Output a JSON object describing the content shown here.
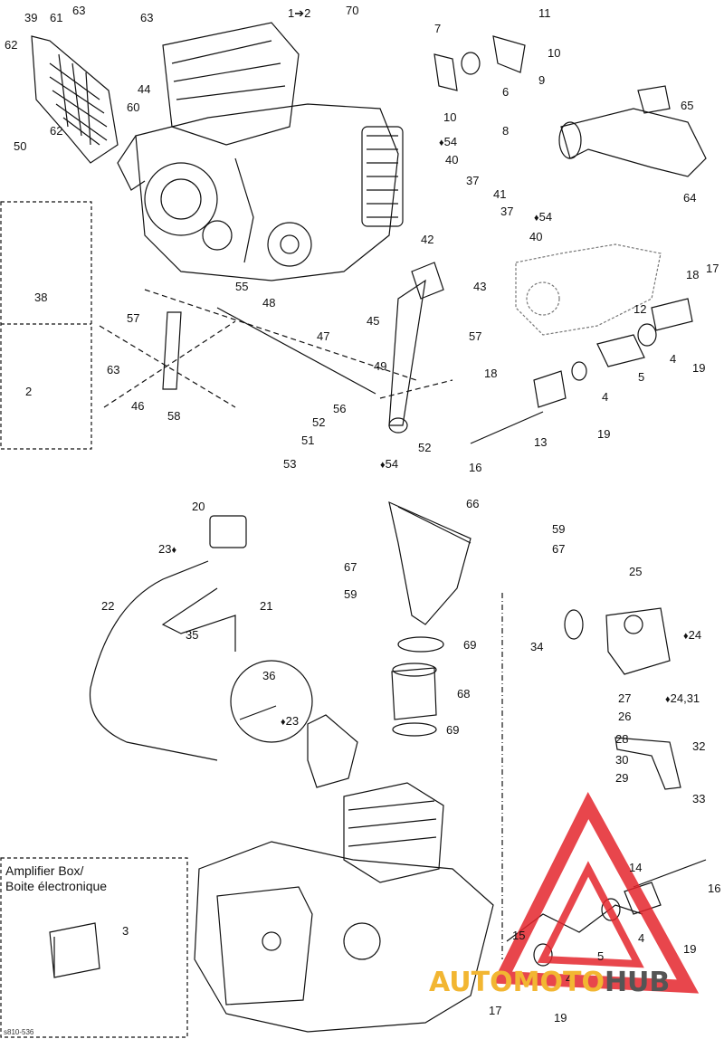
{
  "labels": {
    "l39": "39",
    "l61": "61",
    "l63a": "63",
    "l63b": "63",
    "l62a": "62",
    "l44": "44",
    "l60": "60",
    "l62b": "62",
    "l50": "50",
    "l1": "1➔2",
    "l70": "70",
    "l7": "7",
    "l11": "11",
    "l10a": "10",
    "l6": "6",
    "l9": "9",
    "l10b": "10",
    "l8": "8",
    "l65": "65",
    "l64": "64",
    "l54a": "54",
    "l40a": "40",
    "l37a": "37",
    "l41": "41",
    "l37b": "37",
    "l54b": "54",
    "l40b": "40",
    "l38": "38",
    "l2": "2",
    "l42": "42",
    "l43": "43",
    "l55": "55",
    "l48": "48",
    "l57a": "57",
    "l45": "45",
    "l47": "47",
    "l57b": "57",
    "l63c": "63",
    "l49": "49",
    "l46": "46",
    "l56": "56",
    "l58": "58",
    "l52a": "52",
    "l51": "51",
    "l52b": "52",
    "l53": "53",
    "l54c": "54",
    "l18a": "18",
    "l17a": "17",
    "l12": "12",
    "l4a": "4",
    "l19a": "19",
    "l5a": "5",
    "l18b": "18",
    "l4b": "4",
    "l19b": "19",
    "l13": "13",
    "l16a": "16",
    "l20": "20",
    "l23a": "23",
    "l21": "21",
    "l22": "22",
    "l35": "35",
    "l36": "36",
    "l23b": "23",
    "l66": "66",
    "l59a": "59",
    "l67a": "67",
    "l67b": "67",
    "l59b": "59",
    "l69a": "69",
    "l68": "68",
    "l69b": "69",
    "l25": "25",
    "l34": "34",
    "l24": "24",
    "l27": "27",
    "l2431": "24,31",
    "l26": "26",
    "l28": "28",
    "l32": "32",
    "l30": "30",
    "l29": "29",
    "l33": "33",
    "l3": "3",
    "l14": "14",
    "l16b": "16",
    "l4c": "4",
    "l19c": "19",
    "l15": "15",
    "l5b": "5",
    "l4d": "4",
    "l17b": "17",
    "l19d": "19"
  },
  "amplifier_box_title": "Amplifier Box/",
  "amplifier_box_title_fr": "Boite électronique",
  "figure_code": "s810-536",
  "watermark": {
    "part1": "AUTO",
    "part2": "MOTO",
    "part3": "HUB"
  },
  "colors": {
    "line": "#111111",
    "watermark_red": "#e4262d",
    "watermark_yellow": "#f2b632",
    "watermark_gray": "#555555"
  }
}
